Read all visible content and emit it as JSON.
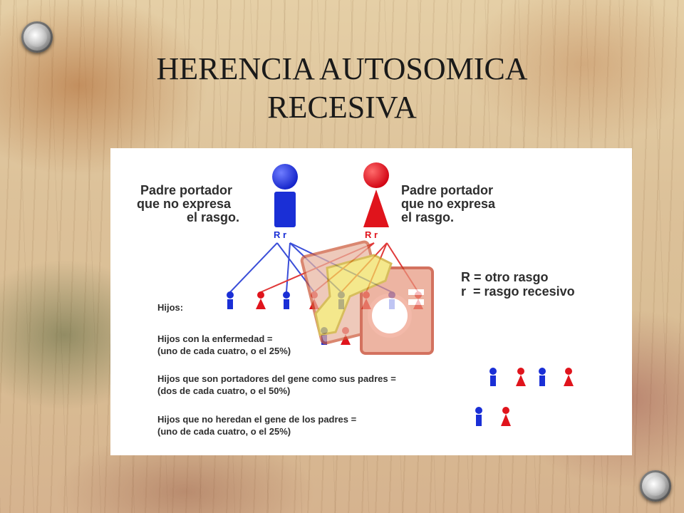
{
  "slide": {
    "title_line1": "HERENCIA AUTOSOMICA",
    "title_line2": "RECESIVA"
  },
  "diagram": {
    "father": {
      "line1": "Padre portador",
      "line2": "que no expresa",
      "line3": "el rasgo.",
      "alleles": "R r",
      "color": "#1a2fd6"
    },
    "mother": {
      "line1": "Padre portador",
      "line2": "que no expresa",
      "line3": "el rasgo.",
      "alleles": "R r",
      "color": "#e0141c"
    },
    "legend": {
      "line1": "R = otro rasgo",
      "line2": "r  = rasgo recesivo"
    },
    "children_label": "Hijos:",
    "affected": {
      "line1": "Hijos con la enfermedad =",
      "line2": "(uno de cada cuatro, o el 25%)"
    },
    "carriers": {
      "line1": "Hijos que son portadores del gene como sus padres =",
      "line2": "(dos de cada cuatro, o el 50%)"
    },
    "unaffected": {
      "line1": "Hijos que no heredan el gene de los padres =",
      "line2": "(uno de cada cuatro, o el 25%)"
    }
  },
  "watermark_icon": "presentation-file-icon"
}
